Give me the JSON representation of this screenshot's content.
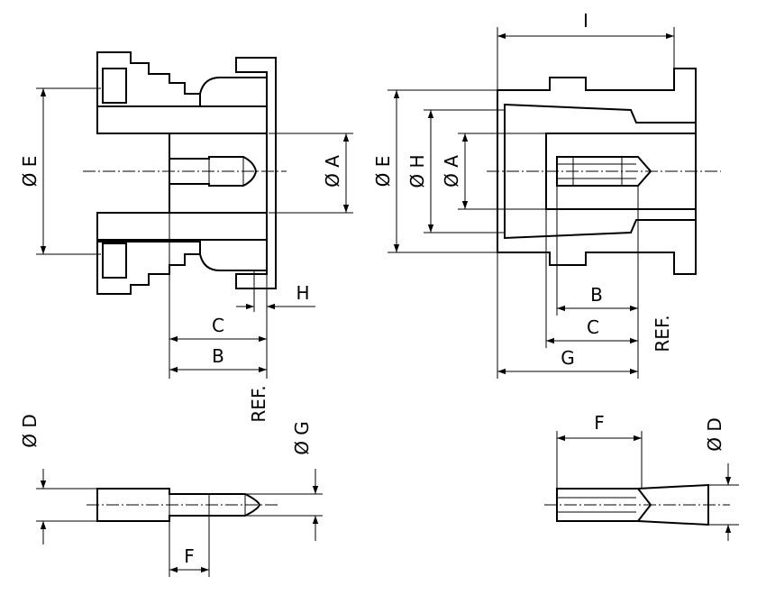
{
  "labels": {
    "left_dia_e": "Ø E",
    "left_dia_a": "Ø A",
    "left_h": "H",
    "left_c": "C",
    "left_b": "B",
    "left_ref": "REF.",
    "right_i": "I",
    "right_dia_e": "Ø E",
    "right_dia_h": "Ø H",
    "right_dia_a": "Ø A",
    "right_b": "B",
    "right_c": "C",
    "right_g": "G",
    "right_ref": "REF.",
    "pin_dia_d": "Ø D",
    "pin_dia_g": "Ø G",
    "pin_f": "F",
    "socket_f": "F",
    "socket_dia_d": "Ø D"
  }
}
